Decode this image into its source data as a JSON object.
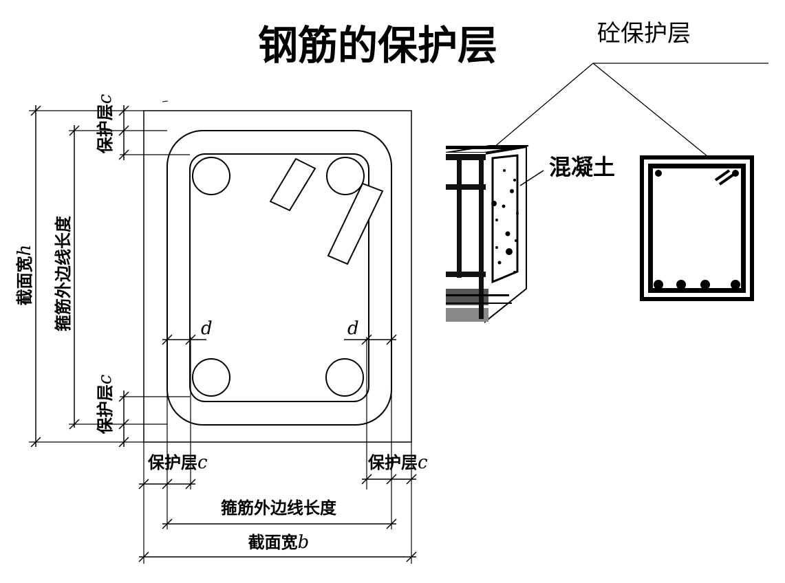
{
  "title": "钢筋的保护层",
  "subtitle": "砼保护层",
  "section": {
    "label_concrete": "混凝土",
    "label_cover_top": "保护层",
    "label_cover_bottom": "保护层",
    "label_cover_left": "保护层",
    "label_cover_right": "保护层",
    "var_c": "c",
    "var_d": "d",
    "var_h": "h",
    "var_b": "b",
    "label_height": "截面宽",
    "label_stirrup_height": "箍筋外边线长度",
    "label_stirrup_width": "箍筋外边线长度",
    "label_width": "截面宽"
  }
}
